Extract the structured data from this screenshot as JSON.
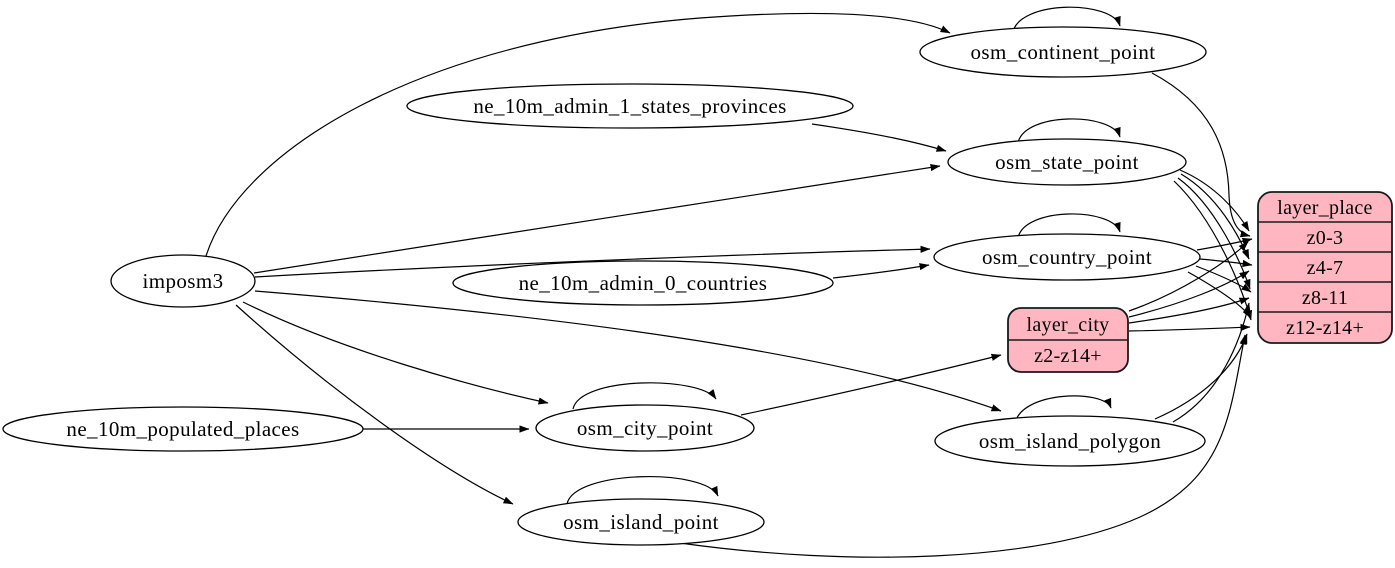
{
  "diagram": {
    "type": "etl-graph",
    "background_color": "#ffffff",
    "ellipse_fill": "#ffffff",
    "record_fill": "#ffb6c1",
    "stroke_color": "#000000"
  },
  "nodes": {
    "imposm3": {
      "label": "imposm3"
    },
    "ne_10m_admin_1_states_provinces": {
      "label": "ne_10m_admin_1_states_provinces"
    },
    "ne_10m_admin_0_countries": {
      "label": "ne_10m_admin_0_countries"
    },
    "ne_10m_populated_places": {
      "label": "ne_10m_populated_places"
    },
    "osm_continent_point": {
      "label": "osm_continent_point"
    },
    "osm_state_point": {
      "label": "osm_state_point"
    },
    "osm_country_point": {
      "label": "osm_country_point"
    },
    "osm_city_point": {
      "label": "osm_city_point"
    },
    "osm_island_polygon": {
      "label": "osm_island_polygon"
    },
    "osm_island_point": {
      "label": "osm_island_point"
    }
  },
  "records": {
    "layer_place": {
      "title": "layer_place",
      "rows": [
        "z0-3",
        "z4-7",
        "z8-11",
        "z12-z14+"
      ]
    },
    "layer_city": {
      "title": "layer_city",
      "rows": [
        "z2-z14+"
      ]
    }
  },
  "edges": [
    {
      "from": "imposm3",
      "to": "osm_continent_point"
    },
    {
      "from": "imposm3",
      "to": "osm_state_point"
    },
    {
      "from": "imposm3",
      "to": "osm_country_point"
    },
    {
      "from": "imposm3",
      "to": "osm_city_point"
    },
    {
      "from": "imposm3",
      "to": "osm_island_polygon"
    },
    {
      "from": "imposm3",
      "to": "osm_island_point"
    },
    {
      "from": "ne_10m_admin_1_states_provinces",
      "to": "osm_state_point"
    },
    {
      "from": "ne_10m_admin_0_countries",
      "to": "osm_country_point"
    },
    {
      "from": "ne_10m_populated_places",
      "to": "osm_city_point"
    },
    {
      "from": "osm_continent_point",
      "to": "osm_continent_point"
    },
    {
      "from": "osm_state_point",
      "to": "osm_state_point"
    },
    {
      "from": "osm_country_point",
      "to": "osm_country_point"
    },
    {
      "from": "osm_city_point",
      "to": "osm_city_point"
    },
    {
      "from": "osm_island_polygon",
      "to": "osm_island_polygon"
    },
    {
      "from": "osm_island_point",
      "to": "osm_island_point"
    },
    {
      "from": "osm_continent_point",
      "to": "layer_place:z0-3"
    },
    {
      "from": "osm_state_point",
      "to": "layer_place:z0-3"
    },
    {
      "from": "osm_state_point",
      "to": "layer_place:z4-7"
    },
    {
      "from": "osm_state_point",
      "to": "layer_place:z8-11"
    },
    {
      "from": "osm_state_point",
      "to": "layer_place:z12-z14+"
    },
    {
      "from": "osm_country_point",
      "to": "layer_place:z0-3"
    },
    {
      "from": "osm_country_point",
      "to": "layer_place:z4-7"
    },
    {
      "from": "osm_country_point",
      "to": "layer_place:z8-11"
    },
    {
      "from": "osm_country_point",
      "to": "layer_place:z12-z14+"
    },
    {
      "from": "osm_city_point",
      "to": "layer_city:z2-z14+"
    },
    {
      "from": "layer_city",
      "to": "layer_place:z0-3"
    },
    {
      "from": "layer_city",
      "to": "layer_place:z4-7"
    },
    {
      "from": "layer_city",
      "to": "layer_place:z8-11"
    },
    {
      "from": "layer_city",
      "to": "layer_place:z12-z14+"
    },
    {
      "from": "osm_island_polygon",
      "to": "layer_place:z8-11"
    },
    {
      "from": "osm_island_polygon",
      "to": "layer_place:z12-z14+"
    },
    {
      "from": "osm_island_point",
      "to": "layer_place:z12-z14+"
    }
  ]
}
